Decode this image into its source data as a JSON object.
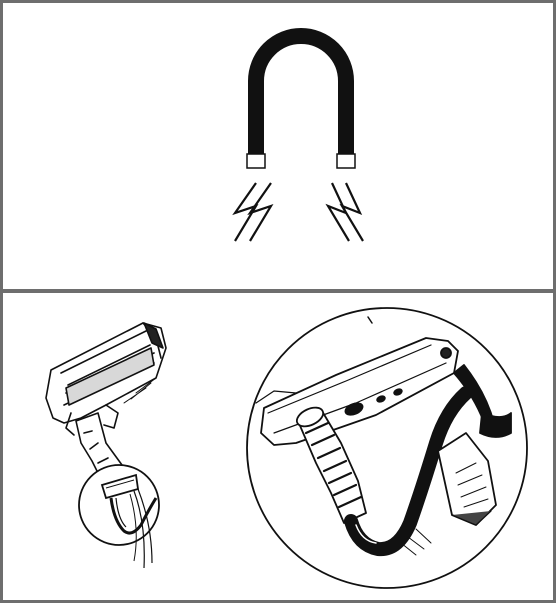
{
  "figure": {
    "panels": [
      {
        "id": "top",
        "icon": "magnet-icon"
      },
      {
        "id": "bottom",
        "icon": "scanner-cable-connection-illustration"
      }
    ],
    "colors": {
      "frame": "#6e6e6e",
      "ink": "#111111",
      "background": "#ffffff"
    }
  }
}
